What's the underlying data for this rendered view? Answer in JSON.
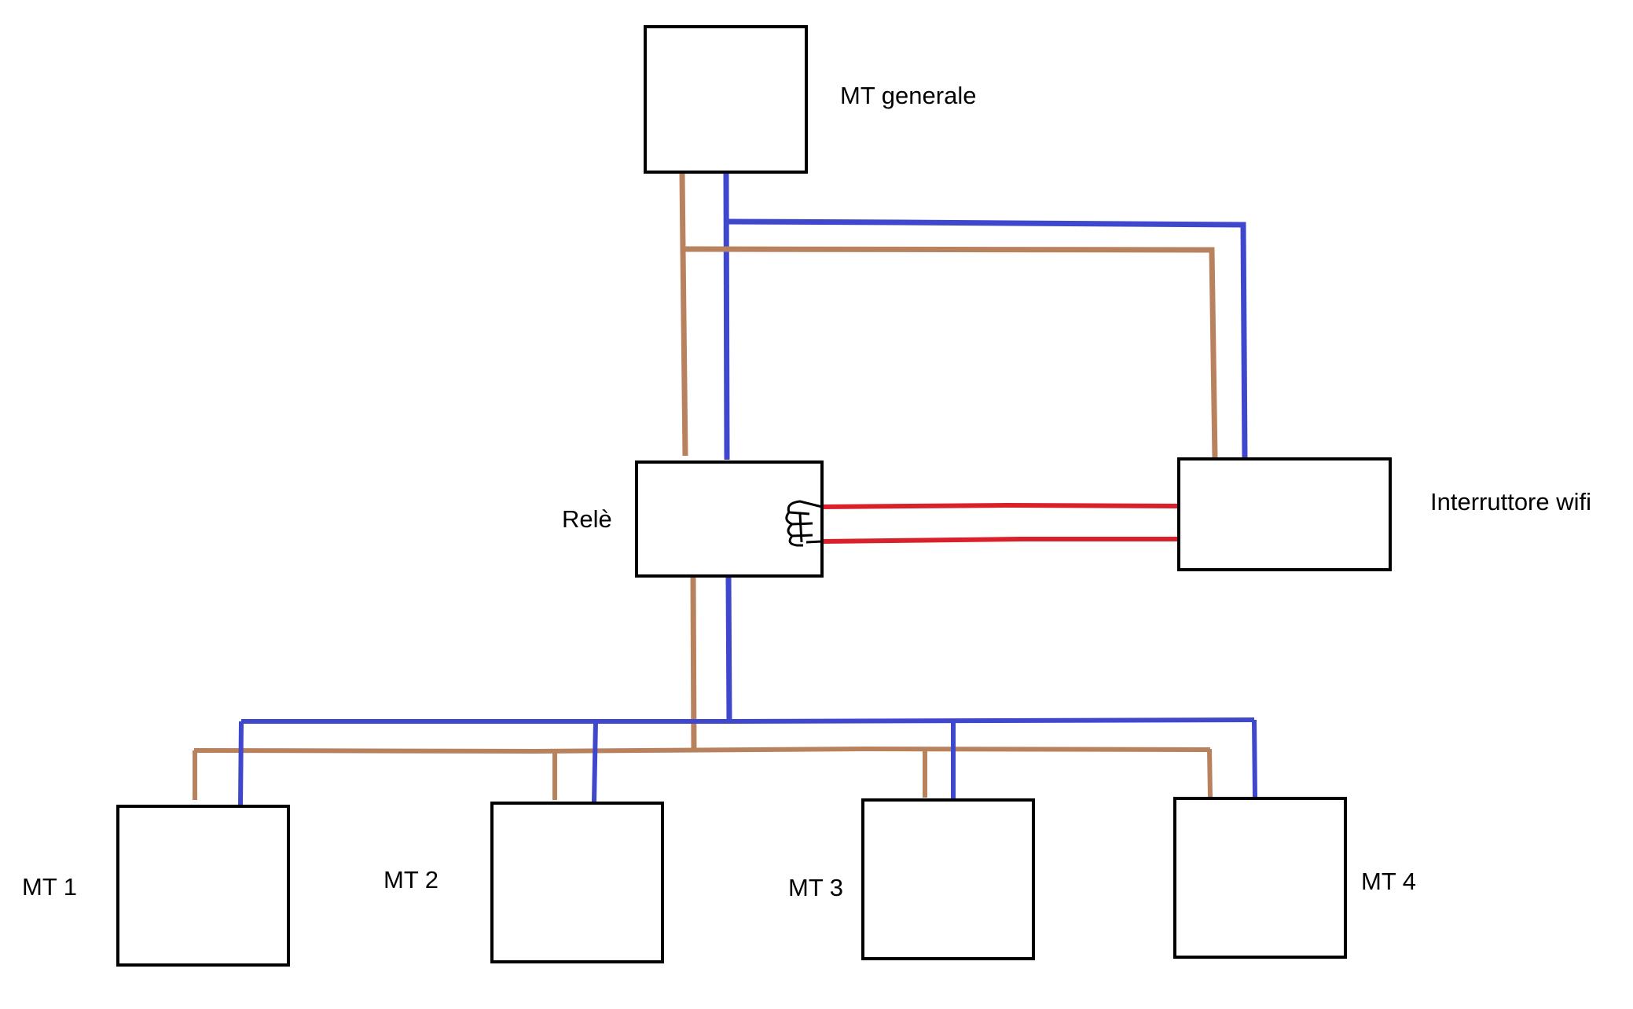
{
  "labels": {
    "mt_generale": "MT generale",
    "rele": "Relè",
    "interruttore_wifi": "Interruttore wifi",
    "mt1": "MT 1",
    "mt2": "MT 2",
    "mt3": "MT 3",
    "mt4": "MT 4"
  },
  "colors": {
    "brown_wire": "#b8825f",
    "blue_wire": "#3f48cc",
    "red_wire": "#d9212b",
    "box_stroke": "#000000",
    "background": "#ffffff"
  }
}
